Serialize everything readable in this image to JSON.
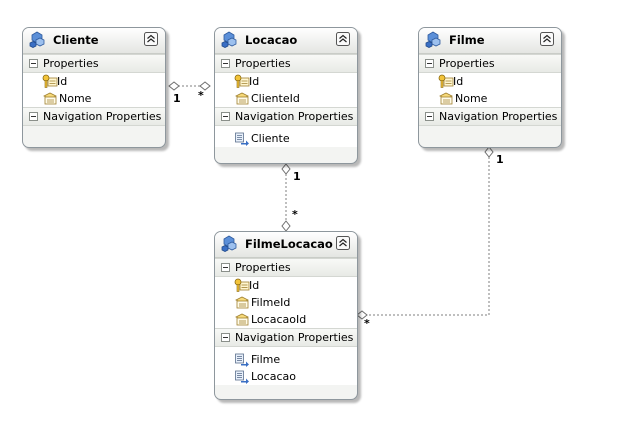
{
  "entities": {
    "cliente": {
      "name": "Cliente",
      "properties_label": "Properties",
      "properties": [
        {
          "name": "Id",
          "key": true
        },
        {
          "name": "Nome",
          "key": false
        }
      ],
      "navigation_label": "Navigation Properties",
      "navigation": []
    },
    "locacao": {
      "name": "Locacao",
      "properties_label": "Properties",
      "properties": [
        {
          "name": "Id",
          "key": true
        },
        {
          "name": "ClienteId",
          "key": false
        }
      ],
      "navigation_label": "Navigation Properties",
      "navigation": [
        {
          "name": "Cliente"
        }
      ]
    },
    "filme": {
      "name": "Filme",
      "properties_label": "Properties",
      "properties": [
        {
          "name": "Id",
          "key": true
        },
        {
          "name": "Nome",
          "key": false
        }
      ],
      "navigation_label": "Navigation Properties",
      "navigation": []
    },
    "filmelocacao": {
      "name": "FilmeLocacao",
      "properties_label": "Properties",
      "properties": [
        {
          "name": "Id",
          "key": true
        },
        {
          "name": "FilmeId",
          "key": false
        },
        {
          "name": "LocacaoId",
          "key": false
        }
      ],
      "navigation_label": "Navigation Properties",
      "navigation": [
        {
          "name": "Filme"
        },
        {
          "name": "Locacao"
        }
      ]
    }
  },
  "associations": {
    "cliente_locacao": {
      "from_multiplicity": "1",
      "to_multiplicity": "*"
    },
    "locacao_filmelocacao": {
      "from_multiplicity": "1",
      "to_multiplicity": "*"
    },
    "filme_filmelocacao": {
      "from_multiplicity": "1",
      "to_multiplicity": "*"
    }
  },
  "colors": {
    "border": "#8e979d",
    "connector": "#7f7f7f",
    "body": "#f3f4f2",
    "icon_blue": "#3a6fc4"
  }
}
